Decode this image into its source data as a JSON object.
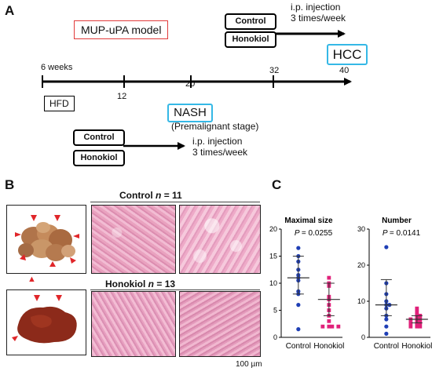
{
  "panel_a": {
    "letter": "A",
    "model_label": "MUP-uPA model",
    "top_treatment": {
      "control": "Control",
      "honokiol": "Honokiol",
      "note_line1": "i.p. injection",
      "note_line2": "3 times/week"
    },
    "hcc_label": "HCC",
    "start_label": "6 weeks",
    "tick_labels": [
      "12",
      "20",
      "32",
      "40"
    ],
    "hfd_label": "HFD",
    "nash_label": "NASH",
    "nash_sub": "(Premalignant stage)",
    "bottom_treatment": {
      "control": "Control",
      "honokiol": "Honokiol",
      "note_line1": "i.p. injection",
      "note_line2": "3 times/week"
    },
    "colors": {
      "model_border": "#e23b3b",
      "cyan_border": "#35b8e6"
    }
  },
  "panel_b": {
    "letter": "B",
    "control_title_prefix": "Control",
    "control_title_n": "n",
    "control_title_value": "= 11",
    "honokiol_title_prefix": "Honokiol",
    "honokiol_title_n": "n",
    "honokiol_title_value": "= 13",
    "scale_label": "100 µm"
  },
  "panel_c": {
    "letter": "C",
    "charts_note": "two dot plots"
  },
  "chart_data": [
    {
      "type": "scatter",
      "title": "Maximal size",
      "annotation": "P = 0.0255",
      "categories": [
        "Control",
        "Honokiol"
      ],
      "ylim": [
        0,
        20
      ],
      "yticks": [
        0,
        5,
        10,
        15,
        20
      ],
      "series": [
        {
          "name": "Control",
          "color": "#1f3fb5",
          "marker": "circle",
          "values": [
            16.5,
            15,
            14,
            12.5,
            11.5,
            11,
            10.5,
            8.5,
            8,
            6,
            1.5
          ],
          "mean": 11,
          "sd_low": 8,
          "sd_high": 15
        },
        {
          "name": "Honokiol",
          "color": "#e0217a",
          "marker": "square",
          "values": [
            11,
            10,
            9.5,
            7.5,
            7,
            6,
            5,
            4,
            3,
            2,
            2,
            2,
            2
          ],
          "mean": 7,
          "sd_low": 4,
          "sd_high": 10
        }
      ]
    },
    {
      "type": "scatter",
      "title": "Number",
      "annotation": "P = 0.0141",
      "categories": [
        "Control",
        "Honokiol"
      ],
      "ylim": [
        0,
        30
      ],
      "yticks": [
        0,
        10,
        20,
        30
      ],
      "series": [
        {
          "name": "Control",
          "color": "#1f3fb5",
          "marker": "circle",
          "values": [
            25,
            15,
            12,
            10,
            9,
            9,
            8,
            6,
            5,
            3,
            1
          ],
          "mean": 9,
          "sd_low": 6,
          "sd_high": 16
        },
        {
          "name": "Honokiol",
          "color": "#e0217a",
          "marker": "square",
          "values": [
            8,
            7,
            6,
            6,
            5,
            5,
            5,
            4,
            4,
            4,
            3,
            3,
            3
          ],
          "mean": 5,
          "sd_low": 4,
          "sd_high": 6
        }
      ]
    }
  ]
}
